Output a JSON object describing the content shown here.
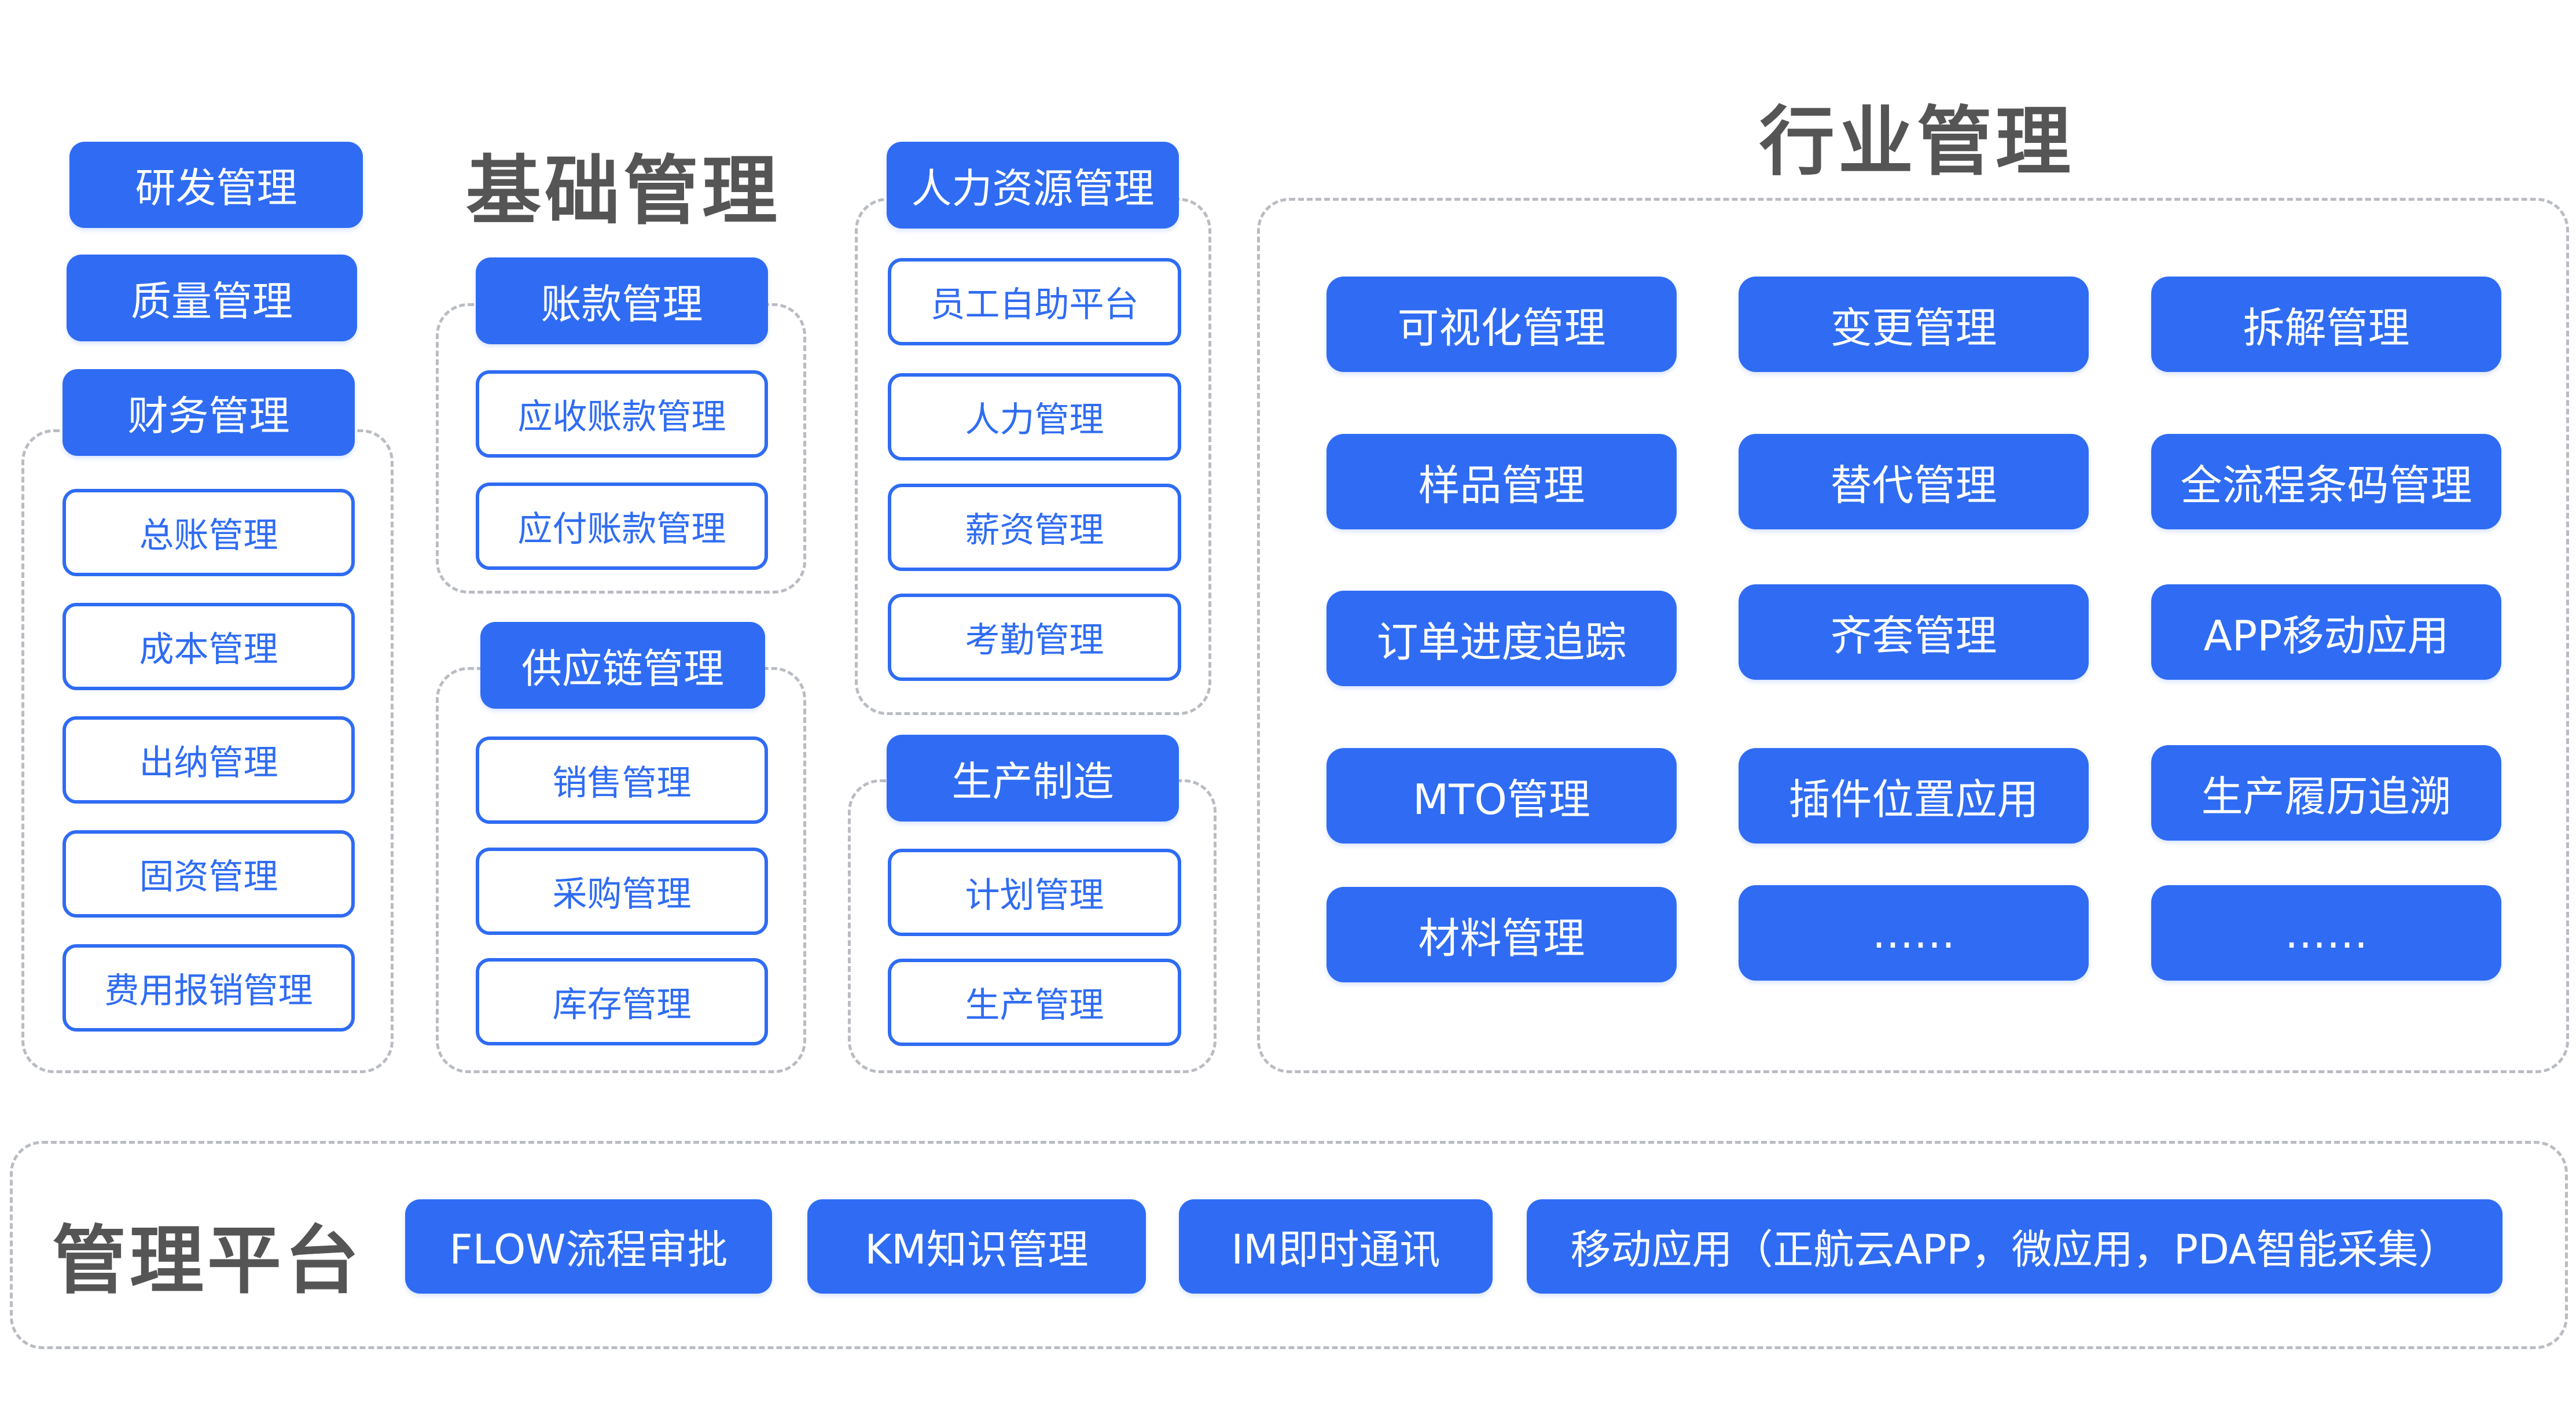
{
  "title_basic": "基础管理",
  "title_industry": "行业管理",
  "title_platform": "管理平台",
  "col1": {
    "top_modules": [
      "研发管理",
      "质量管理"
    ],
    "group_header": "财务管理",
    "items": [
      "总账管理",
      "成本管理",
      "出纳管理",
      "固资管理",
      "费用报销管理"
    ]
  },
  "col2": {
    "accounts": {
      "header": "账款管理",
      "items": [
        "应收账款管理",
        "应付账款管理"
      ]
    },
    "supply": {
      "header": "供应链管理",
      "items": [
        "销售管理",
        "采购管理",
        "库存管理"
      ]
    }
  },
  "col3": {
    "hr": {
      "header": "人力资源管理",
      "items": [
        "员工自助平台",
        "人力管理",
        "薪资管理",
        "考勤管理"
      ]
    },
    "production": {
      "header": "生产制造",
      "items": [
        "计划管理",
        "生产管理"
      ]
    }
  },
  "industry": {
    "items": [
      "可视化管理",
      "变更管理",
      "拆解管理",
      "样品管理",
      "替代管理",
      "全流程条码管理",
      "订单进度追踪",
      "齐套管理",
      "APP移动应用",
      "MTO管理",
      "插件位置应用",
      "生产履历追溯",
      "材料管理",
      "……",
      "……"
    ]
  },
  "platform": {
    "items": [
      "FLOW流程审批",
      "KM知识管理",
      "IM即时通讯",
      "移动应用（正航云APP，微应用，PDA智能采集）"
    ]
  },
  "colors": {
    "primary": "#2f6cf3",
    "heading": "#555555",
    "dash": "#b9bcc2"
  }
}
